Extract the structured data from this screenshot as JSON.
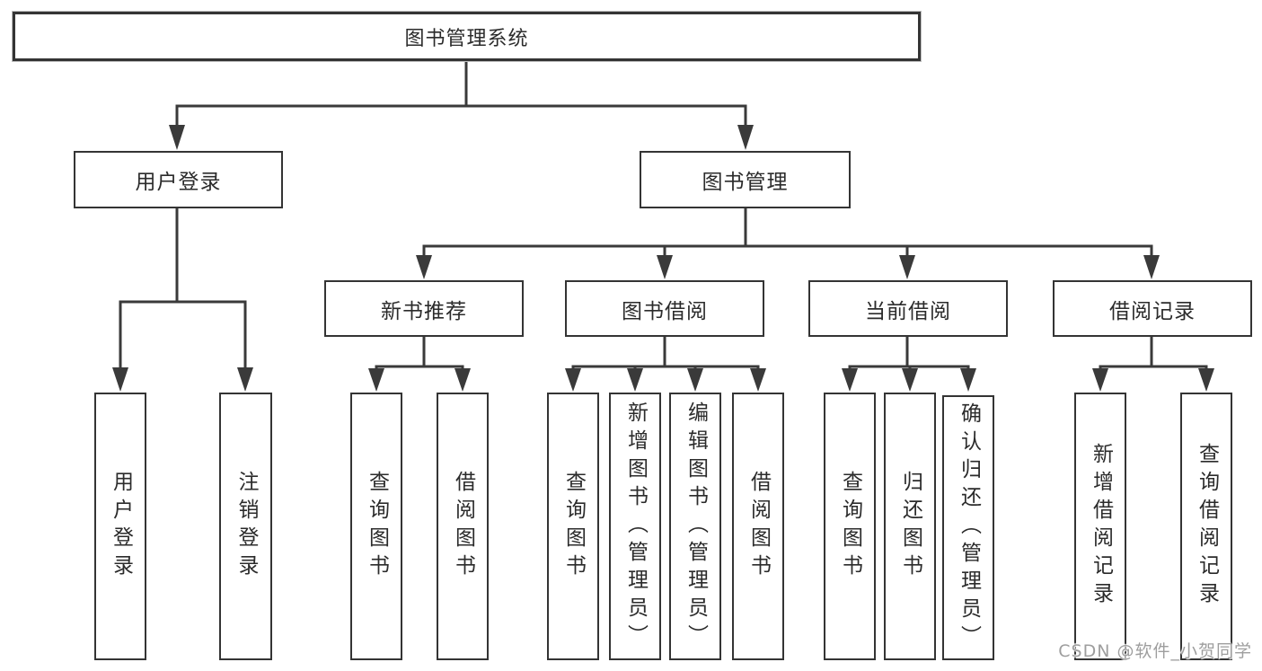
{
  "diagram": {
    "root": "图书管理系统",
    "branches": [
      {
        "label": "用户登录",
        "leaves": [
          "用户登录",
          "注销登录"
        ]
      },
      {
        "label": "图书管理",
        "groups": [
          {
            "label": "新书推荐",
            "leaves": [
              "查询图书",
              "借阅图书"
            ]
          },
          {
            "label": "图书借阅",
            "leaves": [
              "查询图书",
              "新增图书（管理员）",
              "编辑图书（管理员）",
              "借阅图书"
            ]
          },
          {
            "label": "当前借阅",
            "leaves": [
              "查询图书",
              "归还图书",
              "确认归还（管理员）"
            ]
          },
          {
            "label": "借阅记录",
            "leaves": [
              "新增借阅记录",
              "查询借阅记录"
            ]
          }
        ]
      }
    ]
  },
  "watermark": {
    "text": "CSDN @软件_小贺同学"
  },
  "colors": {
    "line": "#3a3a3a",
    "box_border": "#343434",
    "text": "#2b2b2b",
    "watermark": "#9e9e9e",
    "background": "#ffffff"
  }
}
